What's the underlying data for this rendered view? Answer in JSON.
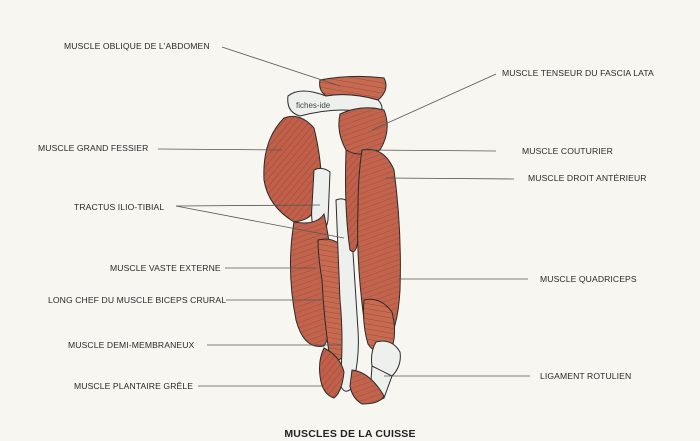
{
  "title": "MUSCLES DE LA CUISSE",
  "watermark": "fiches-ide",
  "labels": {
    "oblique": "MUSCLE OBLIQUE DE L'ABDOMEN",
    "tenseur": "MUSCLE TENSEUR DU FASCIA LATA",
    "grand_fessier": "MUSCLE GRAND FESSIER",
    "couturier": "MUSCLE COUTURIER",
    "droit_anterieur": "MUSCLE DROIT ANTÉRIEUR",
    "tractus": "TRACTUS ILIO-TIBIAL",
    "vaste_externe": "MUSCLE VASTE EXTERNE",
    "quadriceps": "MUSCLE QUADRICEPS",
    "biceps": "LONG CHEF DU MUSCLE BICEPS CRURAL",
    "demi_membraneux": "MUSCLE DEMI-MEMBRANEUX",
    "ligament": "LIGAMENT ROTULIEN",
    "plantaire": "MUSCLE PLANTAIRE GRÊLE"
  },
  "colors": {
    "muscle": "#c2644d",
    "muscle_dark": "#9e4a37",
    "tendon": "#eef0ee",
    "outline": "#2b2b2b",
    "background": "#f7f6f1"
  }
}
